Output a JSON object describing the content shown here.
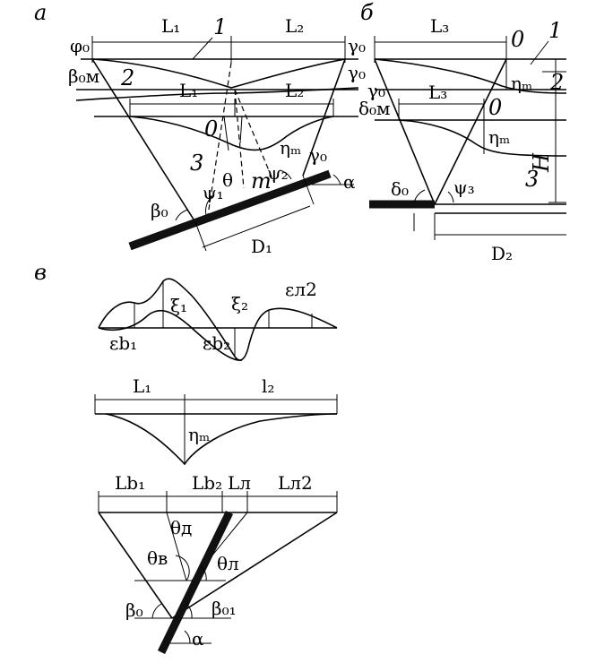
{
  "panels": {
    "a": {
      "letter": "а",
      "labels": {
        "L1": "L₁",
        "L2": "L₂",
        "L1b": "L₁",
        "L2b": "L₂",
        "n1": "1",
        "n2": "2",
        "n3": "3",
        "n0": "0",
        "phi0": "φ₀",
        "gamma0": "γ₀",
        "gamma0b": "γ₀",
        "beta0m": "β₀м",
        "beta0": "β₀",
        "eta_m": "ηₘ",
        "psi1": "ψ₁",
        "psi2": "ψ₂",
        "theta": "θ",
        "m": "m",
        "alpha": "α",
        "D1": "D₁"
      }
    },
    "b": {
      "letter": "б",
      "labels": {
        "L3": "L₃",
        "L3b": "L₃",
        "n0": "0",
        "n0b": "0",
        "n1": "1",
        "n2": "2",
        "n3": "3",
        "eta_m": "ηₘ",
        "eta_mb": "ηₘ",
        "gamma0": "γ₀",
        "delta0m": "δ₀м",
        "delta0": "δ₀",
        "psi3": "ψ₃",
        "H": "H",
        "D2": "D₂"
      }
    },
    "v": {
      "letter": "в",
      "labels": {
        "xi1": "ξ₁",
        "xi2": "ξ₂",
        "eps_b1": "εb₁",
        "eps_b2": "εb₂",
        "eps_l2": "εл2",
        "L1": "L₁",
        "L2": "l₂",
        "eta_m": "ηₘ",
        "Lb1": "Lb₁",
        "Lb2": "Lb₂",
        "Ll": "Lл",
        "Ll2": "Lл2",
        "theta_d": "θд",
        "theta_v": "θв",
        "theta_l": "θл",
        "beta0": "β₀",
        "beta01": "β₀₁",
        "alpha": "α"
      }
    }
  }
}
